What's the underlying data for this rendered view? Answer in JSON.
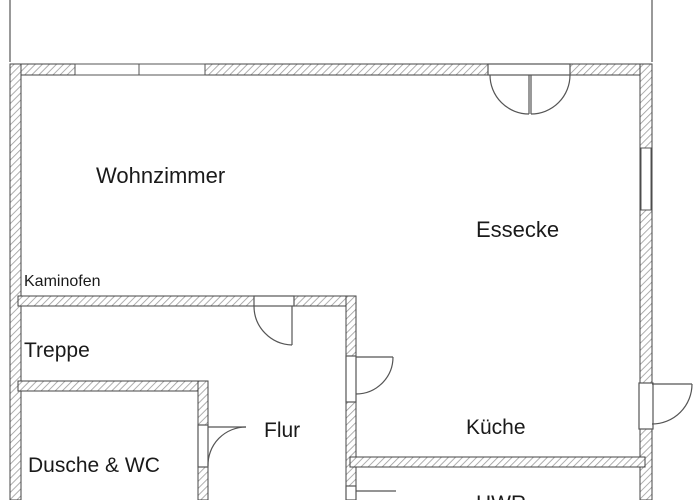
{
  "plan": {
    "rooms": {
      "wohnzimmer": "Wohnzimmer",
      "essecke": "Essecke",
      "kaminofen": "Kaminofen",
      "treppe": "Treppe",
      "flur": "Flur",
      "kueche": "Küche",
      "dusche_wc": "Dusche & WC",
      "hwr": "HWR"
    },
    "colors": {
      "wall_hatch": "#b5b5b5",
      "wall_outline": "#444444",
      "line": "#555555",
      "text": "#1a1a1a"
    }
  }
}
